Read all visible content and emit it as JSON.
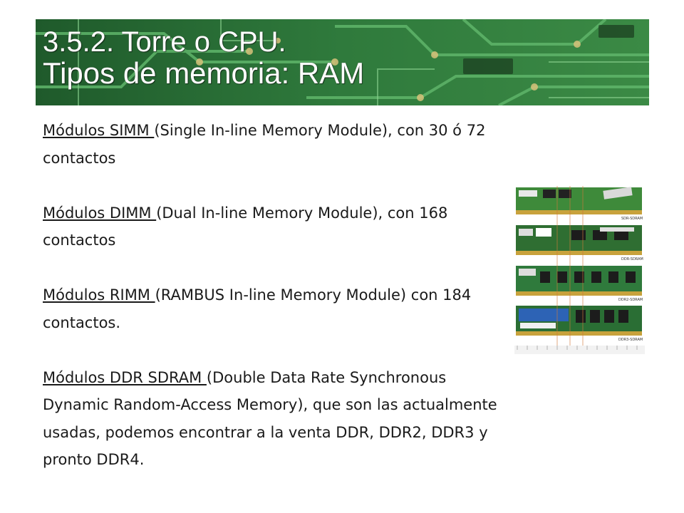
{
  "slide": {
    "title_line1": "3.5.2. Torre o CPU.",
    "title_line2": "Tipos de memoria: RAM"
  },
  "paragraphs": [
    {
      "term": "Módulos SIMM ",
      "text": "(Single In-line Memory Module), con 30 ó 72 contactos"
    },
    {
      "term": "Módulos DIMM ",
      "text": "(Dual In-line Memory Module), con 168 contactos"
    },
    {
      "term": "Módulos RIMM ",
      "text": "(RAMBUS In-line Memory Module) con 184 contactos."
    },
    {
      "term": "Módulos DDR SDRAM ",
      "text": "(Double Data Rate Synchronous Dynamic Random-Access Memory), que son las actualmente usadas, podemos encontrar a la venta DDR, DDR2, DDR3 y pronto DDR4."
    }
  ],
  "ram_image": {
    "labels": [
      "SDR-SDRAM",
      "DDR-SDRAM",
      "DDR2-SDRAM",
      "DDR3-SDRAM"
    ]
  },
  "colors": {
    "pcb_green": "#2f7a3c",
    "title_text": "#ffffff",
    "body_text": "#1a1a1a"
  }
}
